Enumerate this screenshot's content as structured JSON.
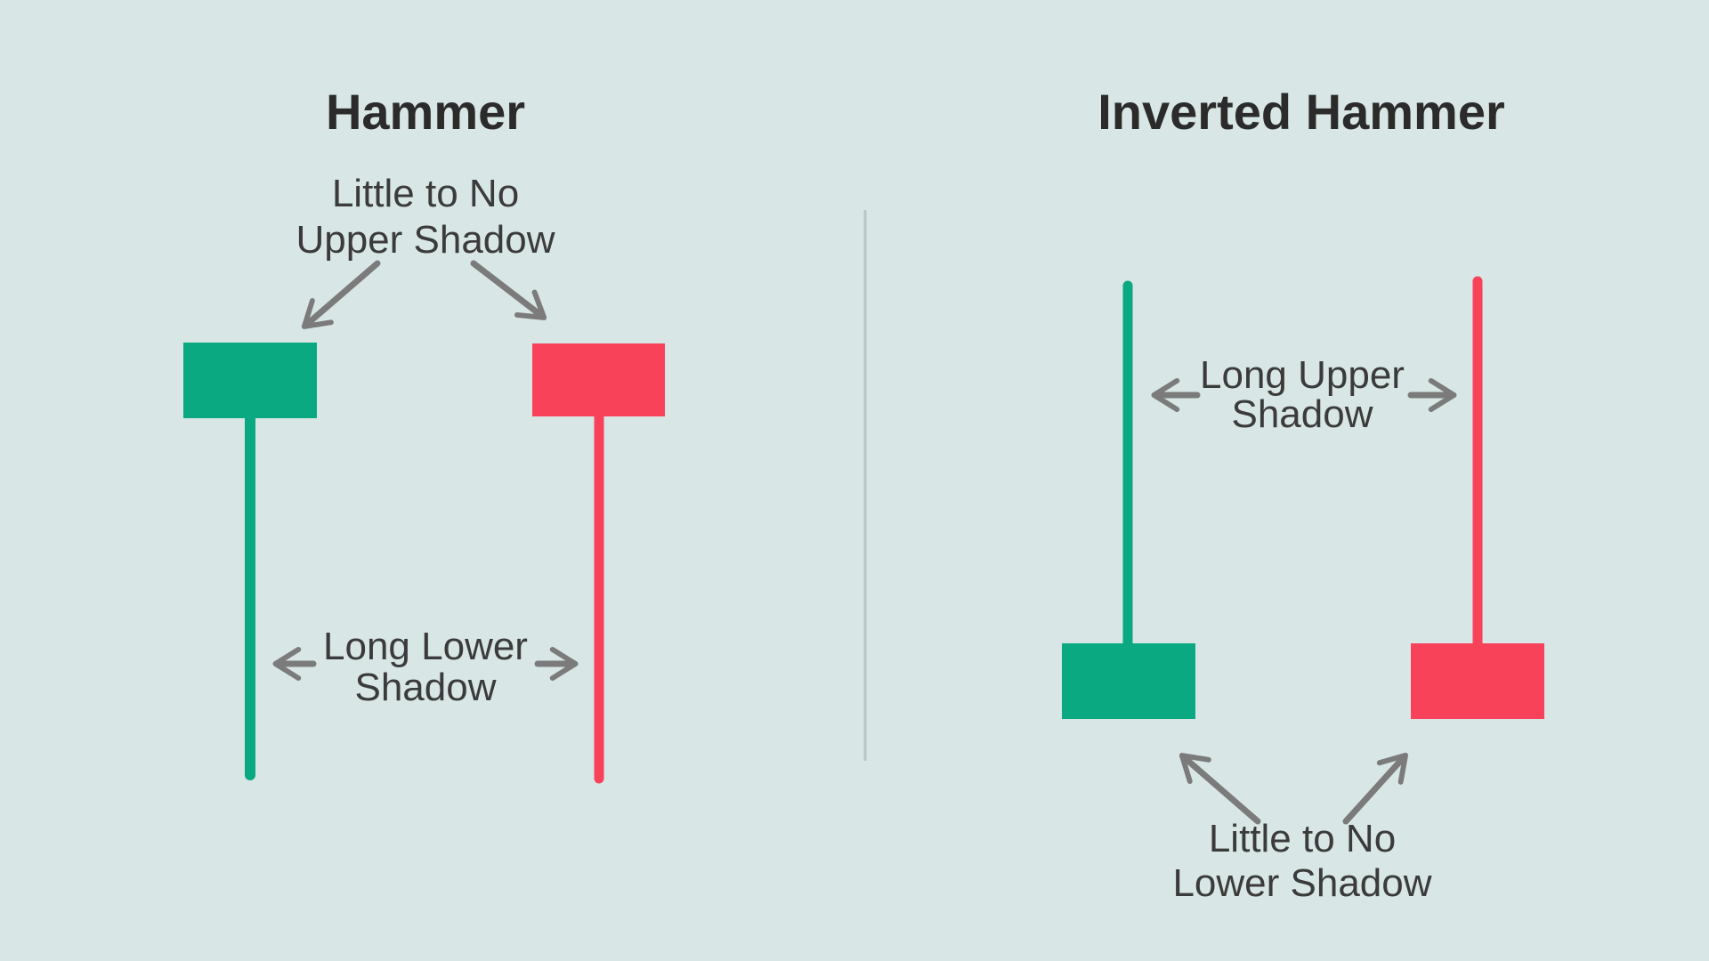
{
  "background_color": "#d8e7e5",
  "colors": {
    "bullish": "#0aa981",
    "bearish": "#f8425a",
    "arrow": "#7b7b7b",
    "title_text": "#2b2b2b",
    "label_text": "#3b3b3b",
    "divider": "#b9c6c4"
  },
  "left_panel": {
    "title": "Hammer",
    "upper_label": {
      "line1": "Little to No",
      "line2": "Upper Shadow"
    },
    "lower_label": {
      "line1": "Long Lower",
      "line2": "Shadow"
    },
    "candles": [
      {
        "direction": "bullish",
        "color_key": "bullish",
        "shadow": "long lower shadow, little to no upper shadow"
      },
      {
        "direction": "bearish",
        "color_key": "bearish",
        "shadow": "long lower shadow, little to no upper shadow"
      }
    ]
  },
  "right_panel": {
    "title": "Inverted Hammer",
    "middle_label": {
      "line1": "Long Upper",
      "line2": "Shadow"
    },
    "lower_label": {
      "line1": "Little to No",
      "line2": "Lower Shadow"
    },
    "candles": [
      {
        "direction": "bullish",
        "color_key": "bullish",
        "shadow": "long upper shadow, little to no lower shadow"
      },
      {
        "direction": "bearish",
        "color_key": "bearish",
        "shadow": "long upper shadow, little to no lower shadow"
      }
    ]
  }
}
